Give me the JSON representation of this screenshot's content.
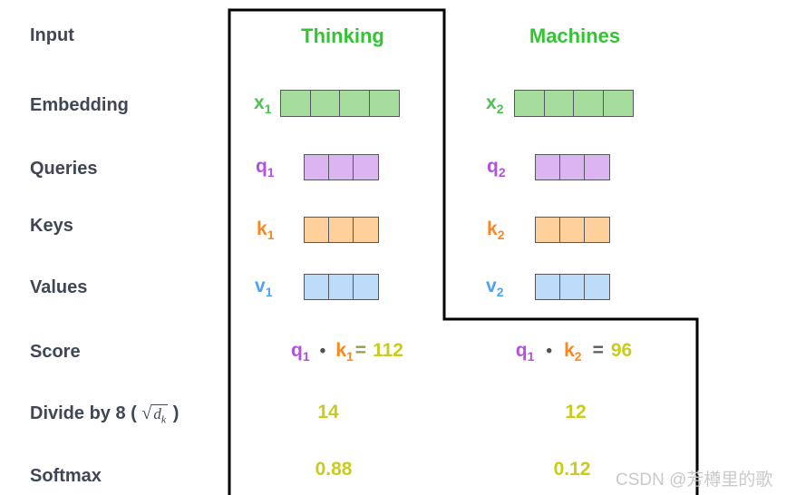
{
  "palette": {
    "label_text": "#3f4754",
    "title_green": "#33c433",
    "x_green": "#4cc253",
    "green_fill": "#a5dd9c",
    "purple": "#b44fe0",
    "purple_fill": "#dcb4f2",
    "orange": "#f7871e",
    "orange_fill": "#fdd09c",
    "blue": "#4da3f5",
    "blue_fill": "#bddcf9",
    "olive": "#c9cc1e",
    "dot_gray": "#4d5257",
    "eq1_gray": "#97994d",
    "eq2_gray": "#565b60",
    "cell_border": "#53585e",
    "box_border": "#000000",
    "watermark_gray": "#c9c9c9"
  },
  "row_labels": {
    "input": "Input",
    "embedding": "Embedding",
    "queries": "Queries",
    "keys": "Keys",
    "values": "Values",
    "score": "Score",
    "divide_prefix": "Divide by 8 ( ",
    "divide_sqrt_sign": "√",
    "divide_sqrt_base": "d",
    "divide_sqrt_sub": "k",
    "divide_suffix": " )",
    "softmax": "Softmax"
  },
  "columns": [
    {
      "title": "Thinking",
      "embedding": {
        "label": "x",
        "sub": "1",
        "cells": 4
      },
      "query": {
        "label": "q",
        "sub": "1",
        "cells": 3
      },
      "key": {
        "label": "k",
        "sub": "1",
        "cells": 3
      },
      "value": {
        "label": "v",
        "sub": "1",
        "cells": 3
      },
      "score": {
        "q": "q",
        "q_sub": "1",
        "dot": "•",
        "k": "k",
        "k_sub": "1",
        "eq": "=",
        "result": "112"
      },
      "divide_result": "14",
      "softmax_result": "0.88"
    },
    {
      "title": "Machines",
      "embedding": {
        "label": "x",
        "sub": "2",
        "cells": 4
      },
      "query": {
        "label": "q",
        "sub": "2",
        "cells": 3
      },
      "key": {
        "label": "k",
        "sub": "2",
        "cells": 3
      },
      "value": {
        "label": "v",
        "sub": "2",
        "cells": 3
      },
      "score": {
        "q": "q",
        "q_sub": "1",
        "dot": "•",
        "k": "k",
        "k_sub": "2",
        "eq": "=",
        "result": "96"
      },
      "divide_result": "12",
      "softmax_result": "0.12"
    }
  ],
  "watermark": "CSDN @芳樽里的歌"
}
